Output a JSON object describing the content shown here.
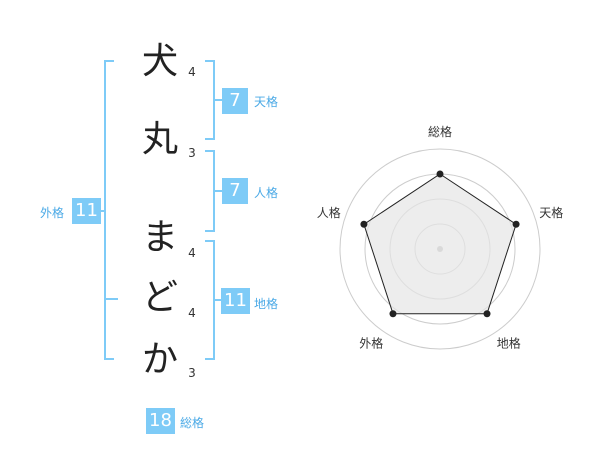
{
  "name": {
    "chars": [
      "犬",
      "丸",
      "ま",
      "ど",
      "か"
    ],
    "strokes": [
      "4",
      "3",
      "4",
      "4",
      "3"
    ]
  },
  "kakusu": {
    "tenkaku": {
      "value": "7",
      "label": "天格"
    },
    "jinkaku": {
      "value": "7",
      "label": "人格"
    },
    "chikaku": {
      "value": "11",
      "label": "地格"
    },
    "gaikaku": {
      "value": "11",
      "label": "外格"
    },
    "soukaku": {
      "value": "18",
      "label": "総格"
    }
  },
  "chart_data": {
    "type": "radar",
    "axes": [
      "総格",
      "天格",
      "地格",
      "外格",
      "人格"
    ],
    "values": [
      0.75,
      0.8,
      0.8,
      0.8,
      0.8
    ],
    "rings": 4,
    "colors": {
      "fill": "#e6e6e6",
      "stroke": "#222222",
      "rings": "#cccccc",
      "center": "#bbbbbb"
    }
  }
}
